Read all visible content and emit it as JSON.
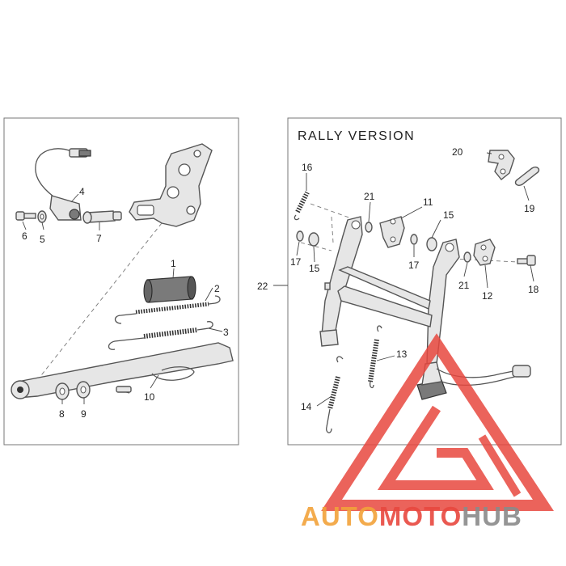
{
  "right_panel": {
    "title": "RALLY VERSION"
  },
  "callouts": {
    "c1": "1",
    "c2": "2",
    "c3": "3",
    "c4": "4",
    "c5": "5",
    "c6": "6",
    "c7": "7",
    "c8": "8",
    "c9": "9",
    "c10": "10",
    "c11": "11",
    "c12": "12",
    "c13": "13",
    "c14": "14",
    "c15a": "15",
    "c15b": "15",
    "c16": "16",
    "c17a": "17",
    "c17b": "17",
    "c18": "18",
    "c19": "19",
    "c20": "20",
    "c21a": "21",
    "c21b": "21",
    "c22": "22"
  },
  "watermark": {
    "part1": "AUTO",
    "part2": "MOTO",
    "part3": "HUB"
  },
  "colors": {
    "watermark_red": "#e8483f",
    "watermark_orange": "#f2a23a",
    "watermark_gray": "#8a8a8a"
  }
}
